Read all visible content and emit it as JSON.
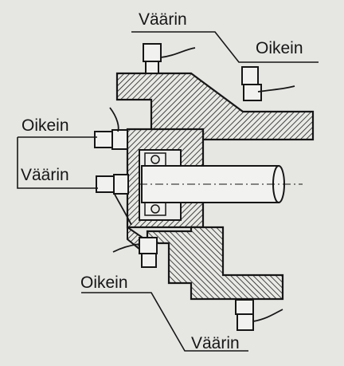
{
  "labels": {
    "top_wrong": "Väärin",
    "top_right": "Oikein",
    "mid_right": "Oikein",
    "mid_wrong": "Väärin",
    "bottom_right": "Oikein",
    "bottom_wrong": "Väärin"
  },
  "colors": {
    "ink": "#161616",
    "paper": "#e6e6e3",
    "hatch": "#1c1c1c"
  }
}
